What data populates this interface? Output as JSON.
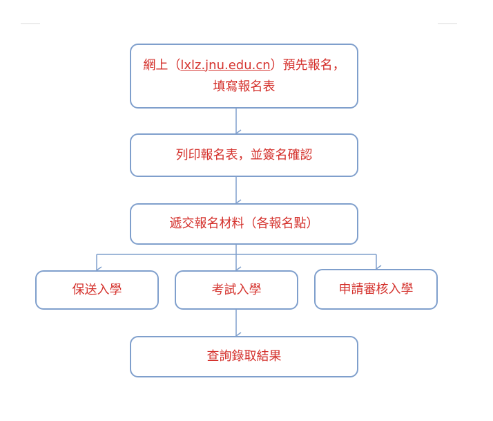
{
  "diagram": {
    "colors": {
      "text": "#d4312c",
      "border": "#7f9fcc",
      "arrow": "#7f9fcc"
    },
    "nodes": {
      "register_online": {
        "line1_prefix": "網上（",
        "line1_url": "lxlz.jnu.edu.cn",
        "line1_suffix": "）預先報名，",
        "line2": "填寫報名表"
      },
      "print_sign": {
        "label": "列印報名表，並簽名確認"
      },
      "submit_materials": {
        "label": "遞交報名材料（各報名點）"
      },
      "recommended_admission": {
        "label": "保送入學"
      },
      "exam_admission": {
        "label": "考試入學"
      },
      "application_review": {
        "label": "申請審核入學"
      },
      "check_results": {
        "label": "查詢錄取結果"
      }
    }
  }
}
